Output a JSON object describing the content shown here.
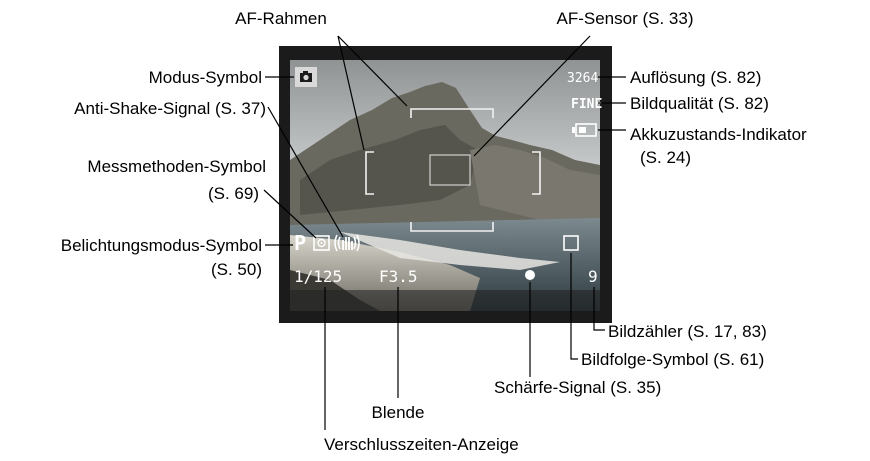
{
  "screen": {
    "mode_icon": "camera-icon",
    "resolution": "3264",
    "quality": "FINE",
    "battery_icon": "battery-icon",
    "exposure_mode": "P",
    "metering_icon": "spot-metering-icon",
    "antishake_icon": "hand-shake-icon",
    "drive_icon": "single-frame-icon",
    "shutter_speed": "1/125",
    "aperture": "F3.5",
    "focus_icon": "focus-dot-icon",
    "frame_count": "9"
  },
  "labels": {
    "af_frames": "AF-Rahmen",
    "af_sensor": "AF-Sensor (S. 33)",
    "mode_symbol": "Modus-Symbol",
    "resolution": "Auflösung (S. 82)",
    "quality": "Bildqualität (S. 82)",
    "battery_line1": "Akkuzustands-Indikator",
    "battery_line2": "(S. 24)",
    "antishake": "Anti-Shake-Signal (S. 37)",
    "metering_line1": "Messmethoden-Symbol",
    "metering_line2": "(S. 69)",
    "exposure_line1": "Belichtungsmodus-Symbol",
    "exposure_line2": "(S. 50)",
    "frame_counter": "Bildzähler (S. 17, 83)",
    "drive_mode": "Bildfolge-Symbol (S. 61)",
    "focus_signal": "Schärfe-Signal (S. 35)",
    "aperture": "Blende",
    "shutter": "Verschlusszeiten-Anzeige"
  },
  "colors": {
    "bezel": "#1b1b1b",
    "sky": "#c9cccc",
    "cliff": "#5f5e58",
    "sea": "#46555c",
    "sand": "#b8b4a6"
  }
}
